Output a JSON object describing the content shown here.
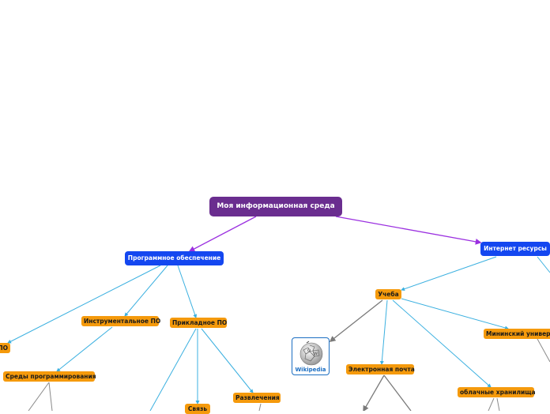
{
  "root": {
    "label": "Моя информационная среда"
  },
  "branches": {
    "software": {
      "label": "Программное обеспечение"
    },
    "internet": {
      "label": "Интернет ресурсы"
    }
  },
  "software_children": {
    "system_partial": "ПО",
    "instrumental": "Инструментальное ПО",
    "applied": "Прикладное ПО",
    "prog_envs": "Среды программирования",
    "communication": "Связь",
    "entertainment": "Развлечения"
  },
  "internet_children": {
    "study": "Учеба",
    "wikipedia": "Wikipedia",
    "email": "Электронная почта",
    "cloud": "облачные хранилища",
    "minin": "Мининский универс"
  },
  "colors": {
    "root": "#6a2d8f",
    "main": "#1447f0",
    "sub": "#f59a0c",
    "link_root": "#9b30e0",
    "link_main": "#3bb0e0",
    "link_gray": "#8a8a8a"
  }
}
